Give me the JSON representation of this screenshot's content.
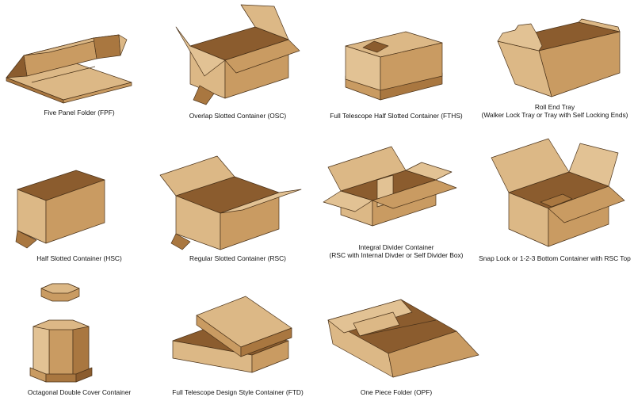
{
  "colors": {
    "face_light": "#dcb886",
    "face_mid": "#c99b62",
    "face_dark": "#a97740",
    "face_inner": "#8b5c2e",
    "outline": "#4a3219"
  },
  "containers": [
    {
      "id": "fpf",
      "icon": "five-panel-folder",
      "lines": [
        "Five Panel Folder (FPF)"
      ]
    },
    {
      "id": "osc",
      "icon": "overlap-slotted-container",
      "lines": [
        "Overlap Slotted Container (OSC)"
      ]
    },
    {
      "id": "fths",
      "icon": "full-telescope-half-slotted-container",
      "lines": [
        "Full Telescope Half Slotted Container (FTHS)"
      ]
    },
    {
      "id": "roll-end",
      "icon": "roll-end-tray",
      "lines": [
        "Roll End Tray",
        "(Walker Lock Tray or Tray with Self Locking Ends)"
      ]
    },
    {
      "id": "hsc",
      "icon": "half-slotted-container",
      "lines": [
        "Half Slotted Container (HSC)"
      ]
    },
    {
      "id": "rsc",
      "icon": "regular-slotted-container",
      "lines": [
        "Regular Slotted Container (RSC)"
      ]
    },
    {
      "id": "idc",
      "icon": "integral-divider-container",
      "lines": [
        "Integral Divider Container",
        "(RSC with Internal Divder or Self Divider Box)"
      ]
    },
    {
      "id": "snap",
      "icon": "snap-lock-bottom-container",
      "lines": [
        "Snap Lock or 1-2-3 Bottom Container with RSC Top"
      ]
    },
    {
      "id": "octagonal",
      "icon": "octagonal-double-cover-container",
      "lines": [
        "Octagonal Double Cover Container"
      ]
    },
    {
      "id": "ftd",
      "icon": "full-telescope-design-style-container",
      "lines": [
        "Full Telescope Design Style Container (FTD)"
      ]
    },
    {
      "id": "opf",
      "icon": "one-piece-folder",
      "lines": [
        "One Piece Folder (OPF)"
      ]
    }
  ]
}
